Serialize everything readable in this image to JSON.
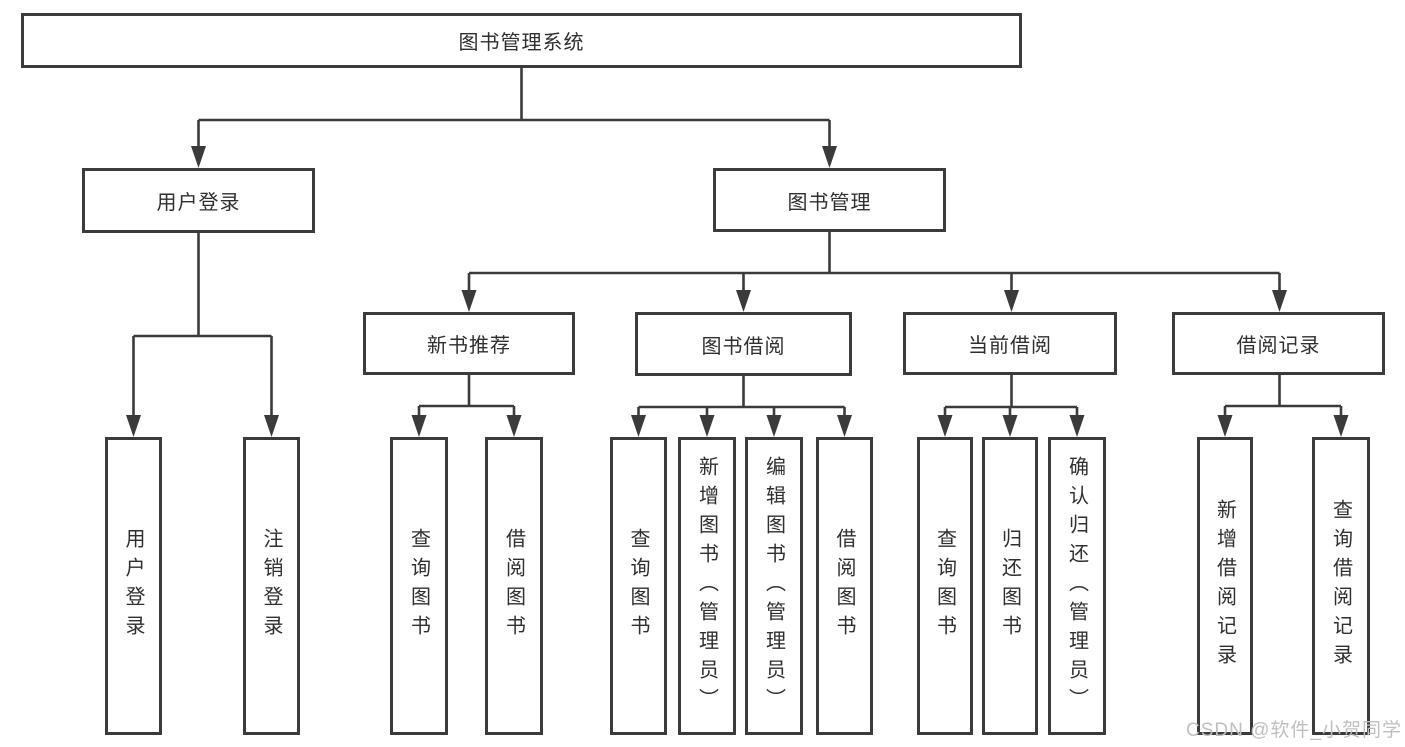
{
  "diagram": {
    "root": {
      "label": "图书管理系统"
    },
    "branches": [
      {
        "label": "用户登录",
        "children": [
          {
            "label": "用户登录"
          },
          {
            "label": "注销登录"
          }
        ]
      },
      {
        "label": "图书管理",
        "children": [
          {
            "label": "新书推荐",
            "children": [
              {
                "label": "查询图书"
              },
              {
                "label": "借阅图书"
              }
            ]
          },
          {
            "label": "图书借阅",
            "children": [
              {
                "label": "查询图书"
              },
              {
                "label": "新增图书（管理员）"
              },
              {
                "label": "编辑图书（管理员）"
              },
              {
                "label": "借阅图书"
              }
            ]
          },
          {
            "label": "当前借阅",
            "children": [
              {
                "label": "查询图书"
              },
              {
                "label": "归还图书"
              },
              {
                "label": "确认归还（管理员）"
              }
            ]
          },
          {
            "label": "借阅记录",
            "children": [
              {
                "label": "新增借阅记录"
              },
              {
                "label": "查询借阅记录"
              }
            ]
          }
        ]
      }
    ]
  },
  "watermark": {
    "text": "CSDN @软件_小贺同学"
  },
  "colors": {
    "line": "#3b3b3b",
    "text": "#2f2f2f",
    "watermark": "#c0c0c0",
    "background": "#ffffff"
  }
}
